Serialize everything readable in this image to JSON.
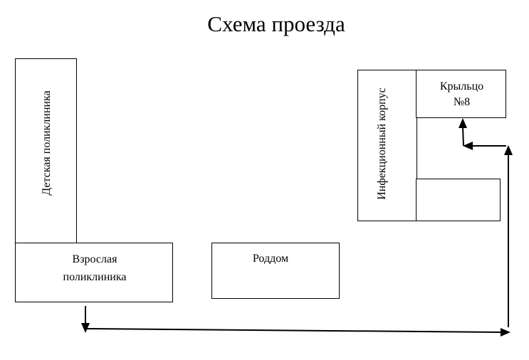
{
  "title": "Схема проезда",
  "buildings": {
    "children_clinic": "Детская поликлиника",
    "adult_clinic_line1": "Взрослая",
    "adult_clinic_line2": "поликлиника",
    "maternity": "Роддом",
    "infectious_building": "Инфекционный корпус",
    "porch_line1": "Крыльцо",
    "porch_line2": "№8"
  }
}
